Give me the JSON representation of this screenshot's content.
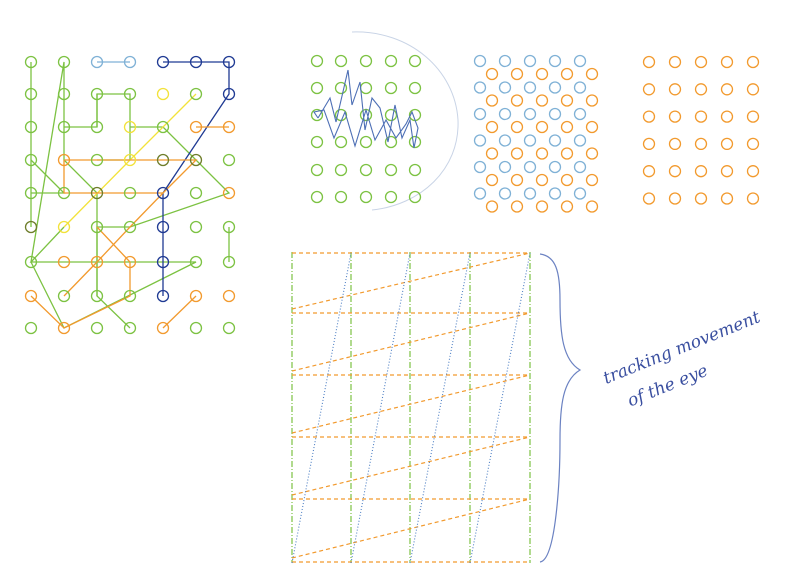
{
  "page": {
    "background": "#ffffff"
  },
  "colors": {
    "green": "#7cc242",
    "orange": "#f29a2e",
    "yellow": "#f2e23a",
    "light_blue": "#7fb1d6",
    "navy": "#1f3a93",
    "olive": "#6e7d2a",
    "pen_blue": "#3a4fa0",
    "dot_blue": "#4d7fc4"
  },
  "panels": [
    {
      "name": "connected-dot-grid",
      "description_hidden": true
    },
    {
      "name": "green-grid-with-scribble"
    },
    {
      "name": "blue-orange-offset-grid"
    },
    {
      "name": "orange-dot-grid"
    },
    {
      "name": "eye-tracking-grid"
    }
  ],
  "annotation": {
    "line1": "tracking movement",
    "line2": "of the eye"
  }
}
